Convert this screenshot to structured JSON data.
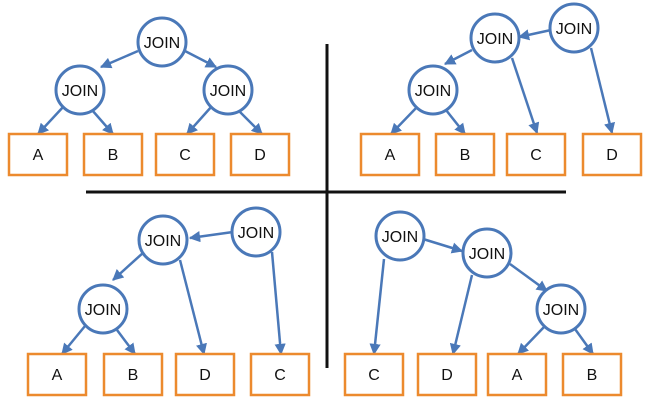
{
  "colors": {
    "join_stroke": "#4a78b8",
    "leaf_stroke": "#ec8a2e",
    "divider": "#111111"
  },
  "labels": {
    "join": "JOIN",
    "tl_leaf_1": "A",
    "tl_leaf_2": "B",
    "tl_leaf_3": "C",
    "tl_leaf_4": "D",
    "tr_leaf_1": "A",
    "tr_leaf_2": "B",
    "tr_leaf_3": "C",
    "tr_leaf_4": "D",
    "bl_leaf_1": "A",
    "bl_leaf_2": "B",
    "bl_leaf_3": "D",
    "bl_leaf_4": "C",
    "br_leaf_1": "C",
    "br_leaf_2": "D",
    "br_leaf_3": "A",
    "br_leaf_4": "B"
  }
}
